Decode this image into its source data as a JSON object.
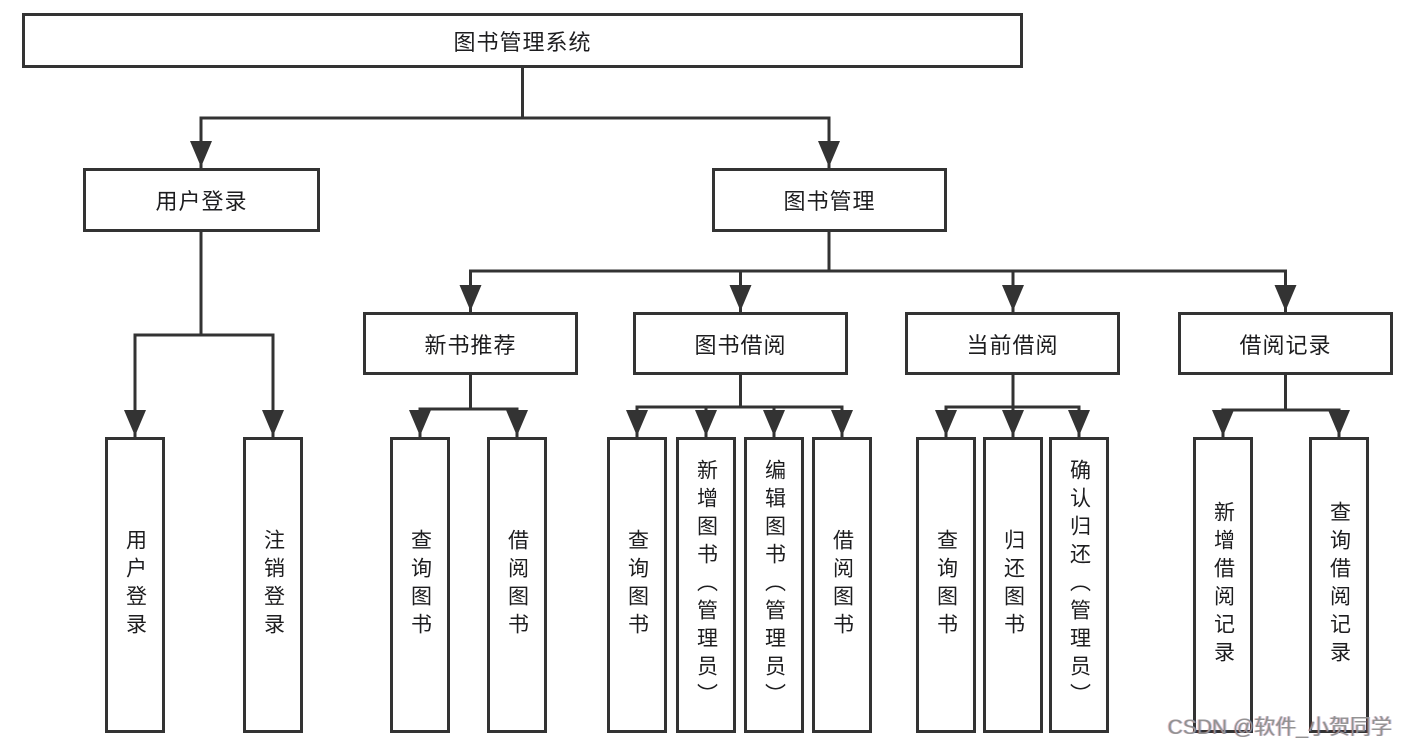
{
  "tree": {
    "root": {
      "label": "图书管理系统"
    },
    "level2": [
      {
        "label": "用户登录",
        "children": [
          {
            "label": "用户登录"
          },
          {
            "label": "注销登录"
          }
        ]
      },
      {
        "label": "图书管理",
        "children": [
          {
            "label": "新书推荐",
            "children": [
              {
                "label": "查询图书"
              },
              {
                "label": "借阅图书"
              }
            ]
          },
          {
            "label": "图书借阅",
            "children": [
              {
                "label": "查询图书"
              },
              {
                "label": "新增图书（管理员）"
              },
              {
                "label": "编辑图书（管理员）"
              },
              {
                "label": "借阅图书"
              }
            ]
          },
          {
            "label": "当前借阅",
            "children": [
              {
                "label": "查询图书"
              },
              {
                "label": "归还图书"
              },
              {
                "label": "确认归还（管理员）"
              }
            ]
          },
          {
            "label": "借阅记录",
            "children": [
              {
                "label": "新增借阅记录"
              },
              {
                "label": "查询借阅记录"
              }
            ]
          }
        ]
      }
    ]
  },
  "watermark": {
    "text": "CSDN @软件_小贺同学"
  },
  "colors": {
    "line": "#333333",
    "text": "#1d1d1f",
    "watermark": "#929292",
    "background": "#ffffff"
  }
}
